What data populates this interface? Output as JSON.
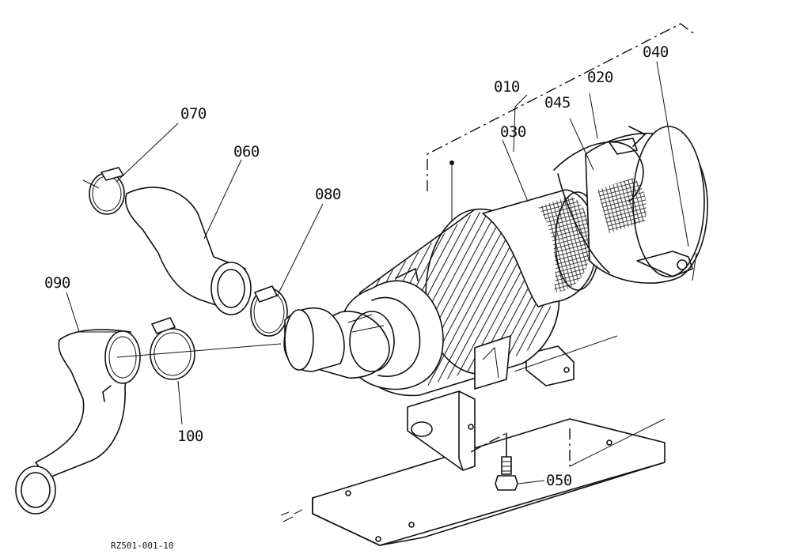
{
  "diagram": {
    "parts": [
      {
        "id": "p010",
        "label": "010"
      },
      {
        "id": "p020",
        "label": "020"
      },
      {
        "id": "p030",
        "label": "030"
      },
      {
        "id": "p040",
        "label": "040"
      },
      {
        "id": "p045",
        "label": "045"
      },
      {
        "id": "p050",
        "label": "050"
      },
      {
        "id": "p060",
        "label": "060"
      },
      {
        "id": "p070",
        "label": "070"
      },
      {
        "id": "p080",
        "label": "080"
      },
      {
        "id": "p090",
        "label": "090"
      },
      {
        "id": "p100",
        "label": "100"
      }
    ],
    "reference_code": "RZ501-001-10"
  }
}
